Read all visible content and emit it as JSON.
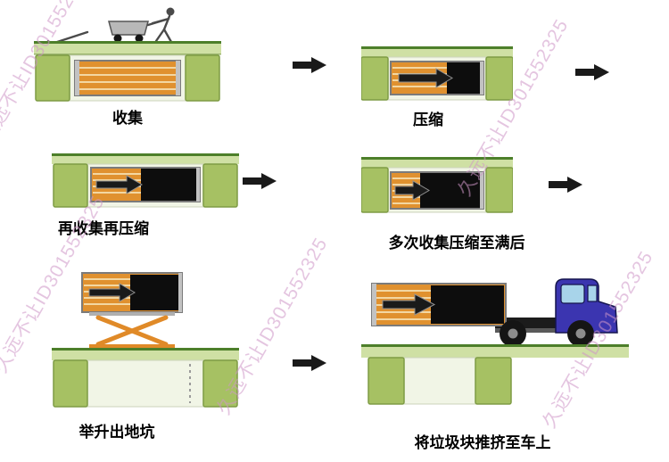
{
  "watermark": {
    "text": "久远不让ID301552325"
  },
  "colors": {
    "slabGreen": "#cfe0a4",
    "slabEdge": "#4d7f2a",
    "pillarGreen": "#a6c163",
    "containerOrange": "#e0912f",
    "wasteBlack": "#0d0d0d",
    "arrowBlack": "#1a1a1a",
    "truckBlue": "#3b35b0",
    "liftOrange": "#e08a28",
    "watermarkPink": "#cf96c8"
  },
  "steps": [
    {
      "label": "收集"
    },
    {
      "label": "压缩"
    },
    {
      "label": "再收集再压缩"
    },
    {
      "label": "多次收集压缩至满后"
    },
    {
      "label": "举升出地坑"
    },
    {
      "label": "将垃圾块推挤至车上"
    }
  ]
}
